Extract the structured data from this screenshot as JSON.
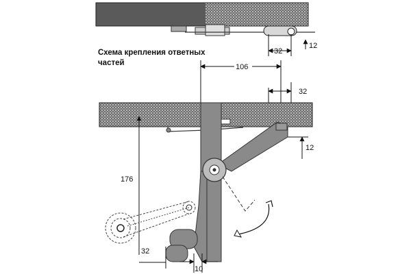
{
  "caption": {
    "line1": "Схема крепления ответных",
    "line2": "частей"
  },
  "dimensions": {
    "top_32": "32",
    "top_12": "12",
    "d106": "106",
    "d32_right": "32",
    "d12_right": "12",
    "d176": "176",
    "d32_bottom": "32",
    "d10_bottom": "10"
  },
  "colors": {
    "panel_dark": "#4a4a4a",
    "panel_mid": "#7a7a7a",
    "arm": "#8a8a8a",
    "line": "#111111"
  }
}
